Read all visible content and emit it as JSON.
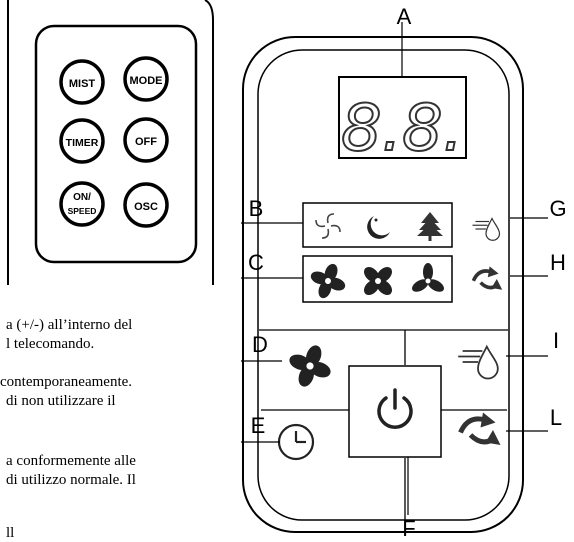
{
  "remote_small": {
    "buttons": [
      {
        "id": "mist",
        "lines": [
          "MIST"
        ],
        "icon": "mist-button"
      },
      {
        "id": "mode",
        "lines": [
          "MODE"
        ],
        "icon": "mode-button"
      },
      {
        "id": "timer",
        "lines": [
          "TIMER"
        ],
        "icon": "timer-button"
      },
      {
        "id": "off",
        "lines": [
          "OFF"
        ],
        "icon": "off-button"
      },
      {
        "id": "on-speed",
        "lines": [
          "ON/",
          "SPEED"
        ],
        "icon": "on-speed-button"
      },
      {
        "id": "osc",
        "lines": [
          "OSC"
        ],
        "icon": "osc-button"
      }
    ]
  },
  "document_text": {
    "lines": [
      "a (+/-) all’interno del",
      "l telecomando.",
      "contemporaneamente.",
      "di  non  utilizzare  il",
      "a conformemente alle",
      "di utilizzo normale. Il",
      "                  ll"
    ]
  },
  "panel": {
    "display_text": "8.8.",
    "callouts": [
      "A",
      "B",
      "C",
      "D",
      "E",
      "F",
      "G",
      "H",
      "I",
      "L"
    ],
    "icons": {
      "B": [
        "fan-breeze-icon",
        "sleep-moon-icon",
        "nature-tree-icon"
      ],
      "C": [
        "fan-speed-high-icon",
        "fan-speed-medium-icon",
        "fan-speed-low-icon"
      ],
      "D": "fan-icon",
      "E": "timer-clock-icon",
      "F": "power-icon",
      "G": "mist-indicator-icon",
      "H": "swing-indicator-icon",
      "I": "mist-button-icon",
      "L": "swing-button-icon"
    }
  }
}
